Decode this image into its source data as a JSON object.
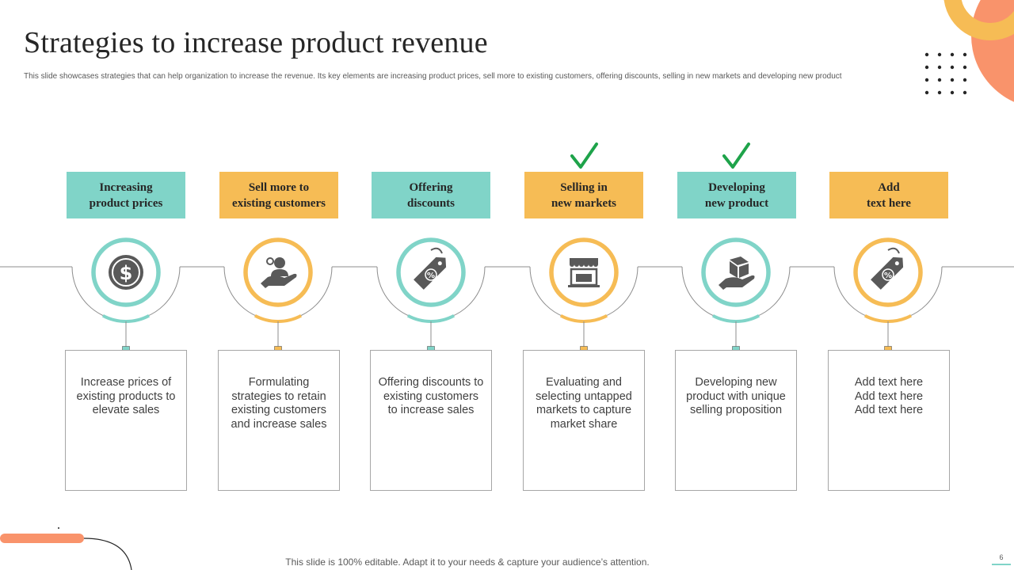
{
  "slide": {
    "title": "Strategies to increase product revenue",
    "subtitle": "This slide showcases strategies that can help organization to increase the revenue. Its key elements are increasing product prices, sell more to existing customers, offering discounts, selling in new markets and developing new product",
    "footer": "This slide is 100% editable. Adapt it to your needs & capture your audience’s attention.",
    "page_number": "6"
  },
  "colors": {
    "teal": "#80d4c8",
    "yellow": "#f6bc55",
    "orange": "#f9936b",
    "check_green": "#1ea34a",
    "icon_gray": "#595959"
  },
  "steps": [
    {
      "label": "Increasing\nproduct  prices",
      "description": "Increase prices of\nexisting products to\nelevate sales",
      "color": "teal",
      "icon": "dollar-coin-icon",
      "checked": false
    },
    {
      "label": "Sell more to\nexisting customers",
      "description": "Formulating\nstrategies to retain\nexisting customers\nand increase sales",
      "color": "yellow",
      "icon": "hand-customer-icon",
      "checked": false
    },
    {
      "label": "Offering\ndiscounts",
      "description": "Offering discounts to\nexisting customers\nto increase sales",
      "color": "teal",
      "icon": "discount-tag-icon",
      "checked": false
    },
    {
      "label": "Selling in\nnew markets",
      "description": "Evaluating and\nselecting untapped\nmarkets to capture\nmarket share",
      "color": "yellow",
      "icon": "storefront-icon",
      "checked": true
    },
    {
      "label": "Developing\nnew product",
      "description": "Developing new\nproduct with unique\nselling proposition",
      "color": "teal",
      "icon": "hand-box-icon",
      "checked": true
    },
    {
      "label": "Add\ntext here",
      "description": "Add text here\nAdd text here\nAdd text here",
      "color": "yellow",
      "icon": "discount-tag-icon",
      "checked": false
    }
  ]
}
